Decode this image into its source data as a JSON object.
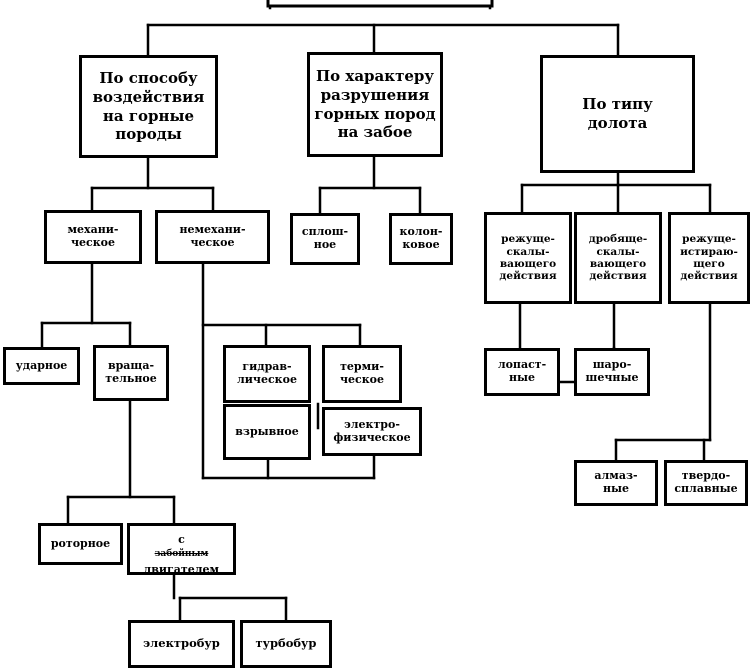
{
  "criteria": {
    "impact": "По способу\nвоздействия\nна горные\nпороды",
    "destruction": "По характеру\nразрушения\nгорных пород\nна забое",
    "bit_type": "По типу\nдолота"
  },
  "impact_methods": {
    "mechanical": "механи-\nческое",
    "non_mechanical": "немехани-\nческое",
    "percussive": "ударное",
    "rotary_motion": "враща-\nтельное",
    "hydraulic": "гидрав-\nлическое",
    "thermal": "терми-\nческое",
    "explosive": "взрывное",
    "electrophysical": "электро-\nфизическое",
    "rotor": "роторное",
    "downhole_prefix": "с",
    "downhole_struck": "забойным",
    "downhole_motor": "двигателем",
    "electrodrill": "электробур",
    "turbodrill": "турбобур"
  },
  "destruction_types": {
    "solid": "сплош-\nное",
    "annular": "колон-\nковое"
  },
  "bit_types": {
    "cutting_shearing": "режуще-\nскалы-\nвающего\nдействия",
    "crushing_shearing": "дробяще-\nскалы-\nвающего\nдействия",
    "cutting_abrading": "режуще-\nистираю-\nщего\nдействия",
    "blade": "лопаст-\nные",
    "roller_cone": "шаро-\nшечные",
    "diamond": "алмаз-\nные",
    "hard_alloy": "твердо-\nсплавные"
  }
}
